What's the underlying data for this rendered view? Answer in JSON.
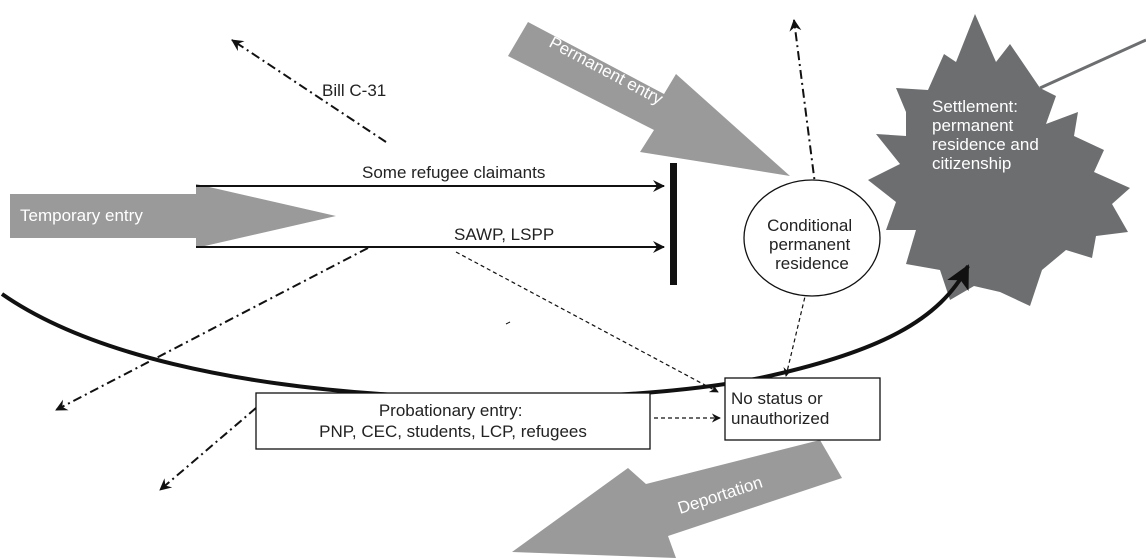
{
  "labels": {
    "permanent_entry": "Permanent entry",
    "temporary_entry": "Temporary entry",
    "bill_c31": "Bill C-31",
    "some_refugee_claimants": "Some refugee claimants",
    "sawp_lspp": "SAWP, LSPP",
    "settlement": [
      "Settlement:",
      "permanent",
      "residence and",
      "citizenship"
    ],
    "conditional_pr": [
      "Conditional",
      "permanent",
      "residence"
    ],
    "no_status": [
      "No status or",
      "unauthorized"
    ],
    "probationary": [
      "Probationary entry:",
      "PNP, CEC, students, LCP, refugees"
    ],
    "deportation": "Deportation"
  },
  "colors": {
    "gray_arrow": "#9a9a9a",
    "leaf": "#6d6e70",
    "line": "#111111"
  }
}
